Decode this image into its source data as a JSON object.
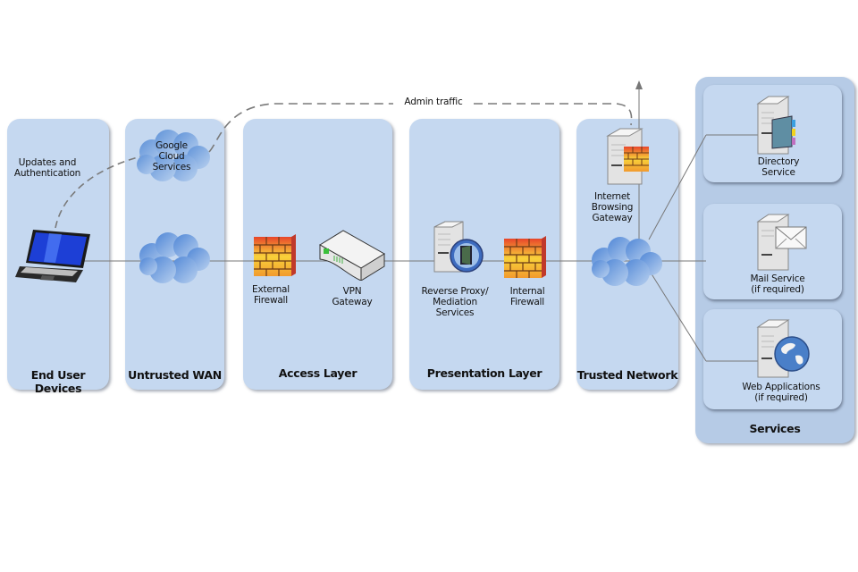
{
  "zones": [
    {
      "id": "end-user-devices",
      "title": "End User Devices"
    },
    {
      "id": "untrusted-wan",
      "title": "Untrusted WAN"
    },
    {
      "id": "access-layer",
      "title": "Access  Layer"
    },
    {
      "id": "presentation-layer",
      "title": "Presentation Layer"
    },
    {
      "id": "trusted-network",
      "title": "Trusted Network"
    },
    {
      "id": "services",
      "title": "Services"
    }
  ],
  "nodes": {
    "laptop": {
      "icon": "laptop-icon"
    },
    "updates_auth": {
      "text": "Updates and\nAuthentication"
    },
    "google_cloud": {
      "icon": "cloud-icon",
      "text": "Google\nCloud\nServices"
    },
    "wan_cloud": {
      "icon": "cloud-icon"
    },
    "external_firewall": {
      "icon": "firewall-icon",
      "text": "External\nFirewall"
    },
    "vpn_gateway": {
      "icon": "vpn-gateway-icon",
      "text": "VPN\nGateway"
    },
    "reverse_proxy": {
      "icon": "proxy-server-icon",
      "text": "Reverse Proxy/\nMediation\nServices"
    },
    "internal_firewall": {
      "icon": "firewall-icon",
      "text": "Internal\nFirewall"
    },
    "internet_gateway": {
      "icon": "gateway-server-icon",
      "text": "Internet\nBrowsing\nGateway"
    },
    "trusted_cloud": {
      "icon": "cloud-icon"
    },
    "directory_service": {
      "icon": "directory-server-icon",
      "text": "Directory\nService"
    },
    "mail_service": {
      "icon": "mail-server-icon",
      "text": "Mail Service\n(if required)"
    },
    "web_applications": {
      "icon": "web-server-icon",
      "text": "Web Applications\n(if required)"
    }
  },
  "connections": {
    "admin_traffic": {
      "label": "Admin traffic",
      "style": "dashed"
    },
    "updates_path": {
      "style": "dashed"
    },
    "main_link": {
      "style": "solid"
    },
    "internet_out": {
      "style": "arrow-up"
    }
  },
  "colors": {
    "panel": "#c5d8f0",
    "services_outer": "#b6cbe6",
    "line": "#707070",
    "dash": "#7a7a7a"
  }
}
